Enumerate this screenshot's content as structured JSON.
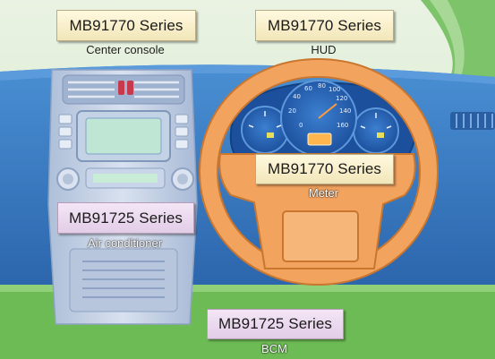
{
  "blocks": {
    "center_console": {
      "chip": "MB91770 Series",
      "caption": "Center console"
    },
    "hud": {
      "chip": "MB91770 Series",
      "caption": "HUD"
    },
    "meter": {
      "chip": "MB91770 Series",
      "caption": "Meter"
    },
    "air_conditioner": {
      "chip": "MB91725 Series",
      "caption": "Air conditioner"
    },
    "bcm": {
      "chip": "MB91725 Series",
      "caption": "BCM"
    }
  },
  "speedometer_ticks": [
    "0",
    "20",
    "40",
    "60",
    "80",
    "100",
    "120",
    "140",
    "160"
  ],
  "colors": {
    "dash_blue": "#2f6fb6",
    "steering_orange": "#f2a35e",
    "cluster_blue": "#1c4f9c",
    "console_gray": "#c5d1e4",
    "floor_green": "#6dbb55",
    "windshield_green": "#cfe5c2"
  }
}
